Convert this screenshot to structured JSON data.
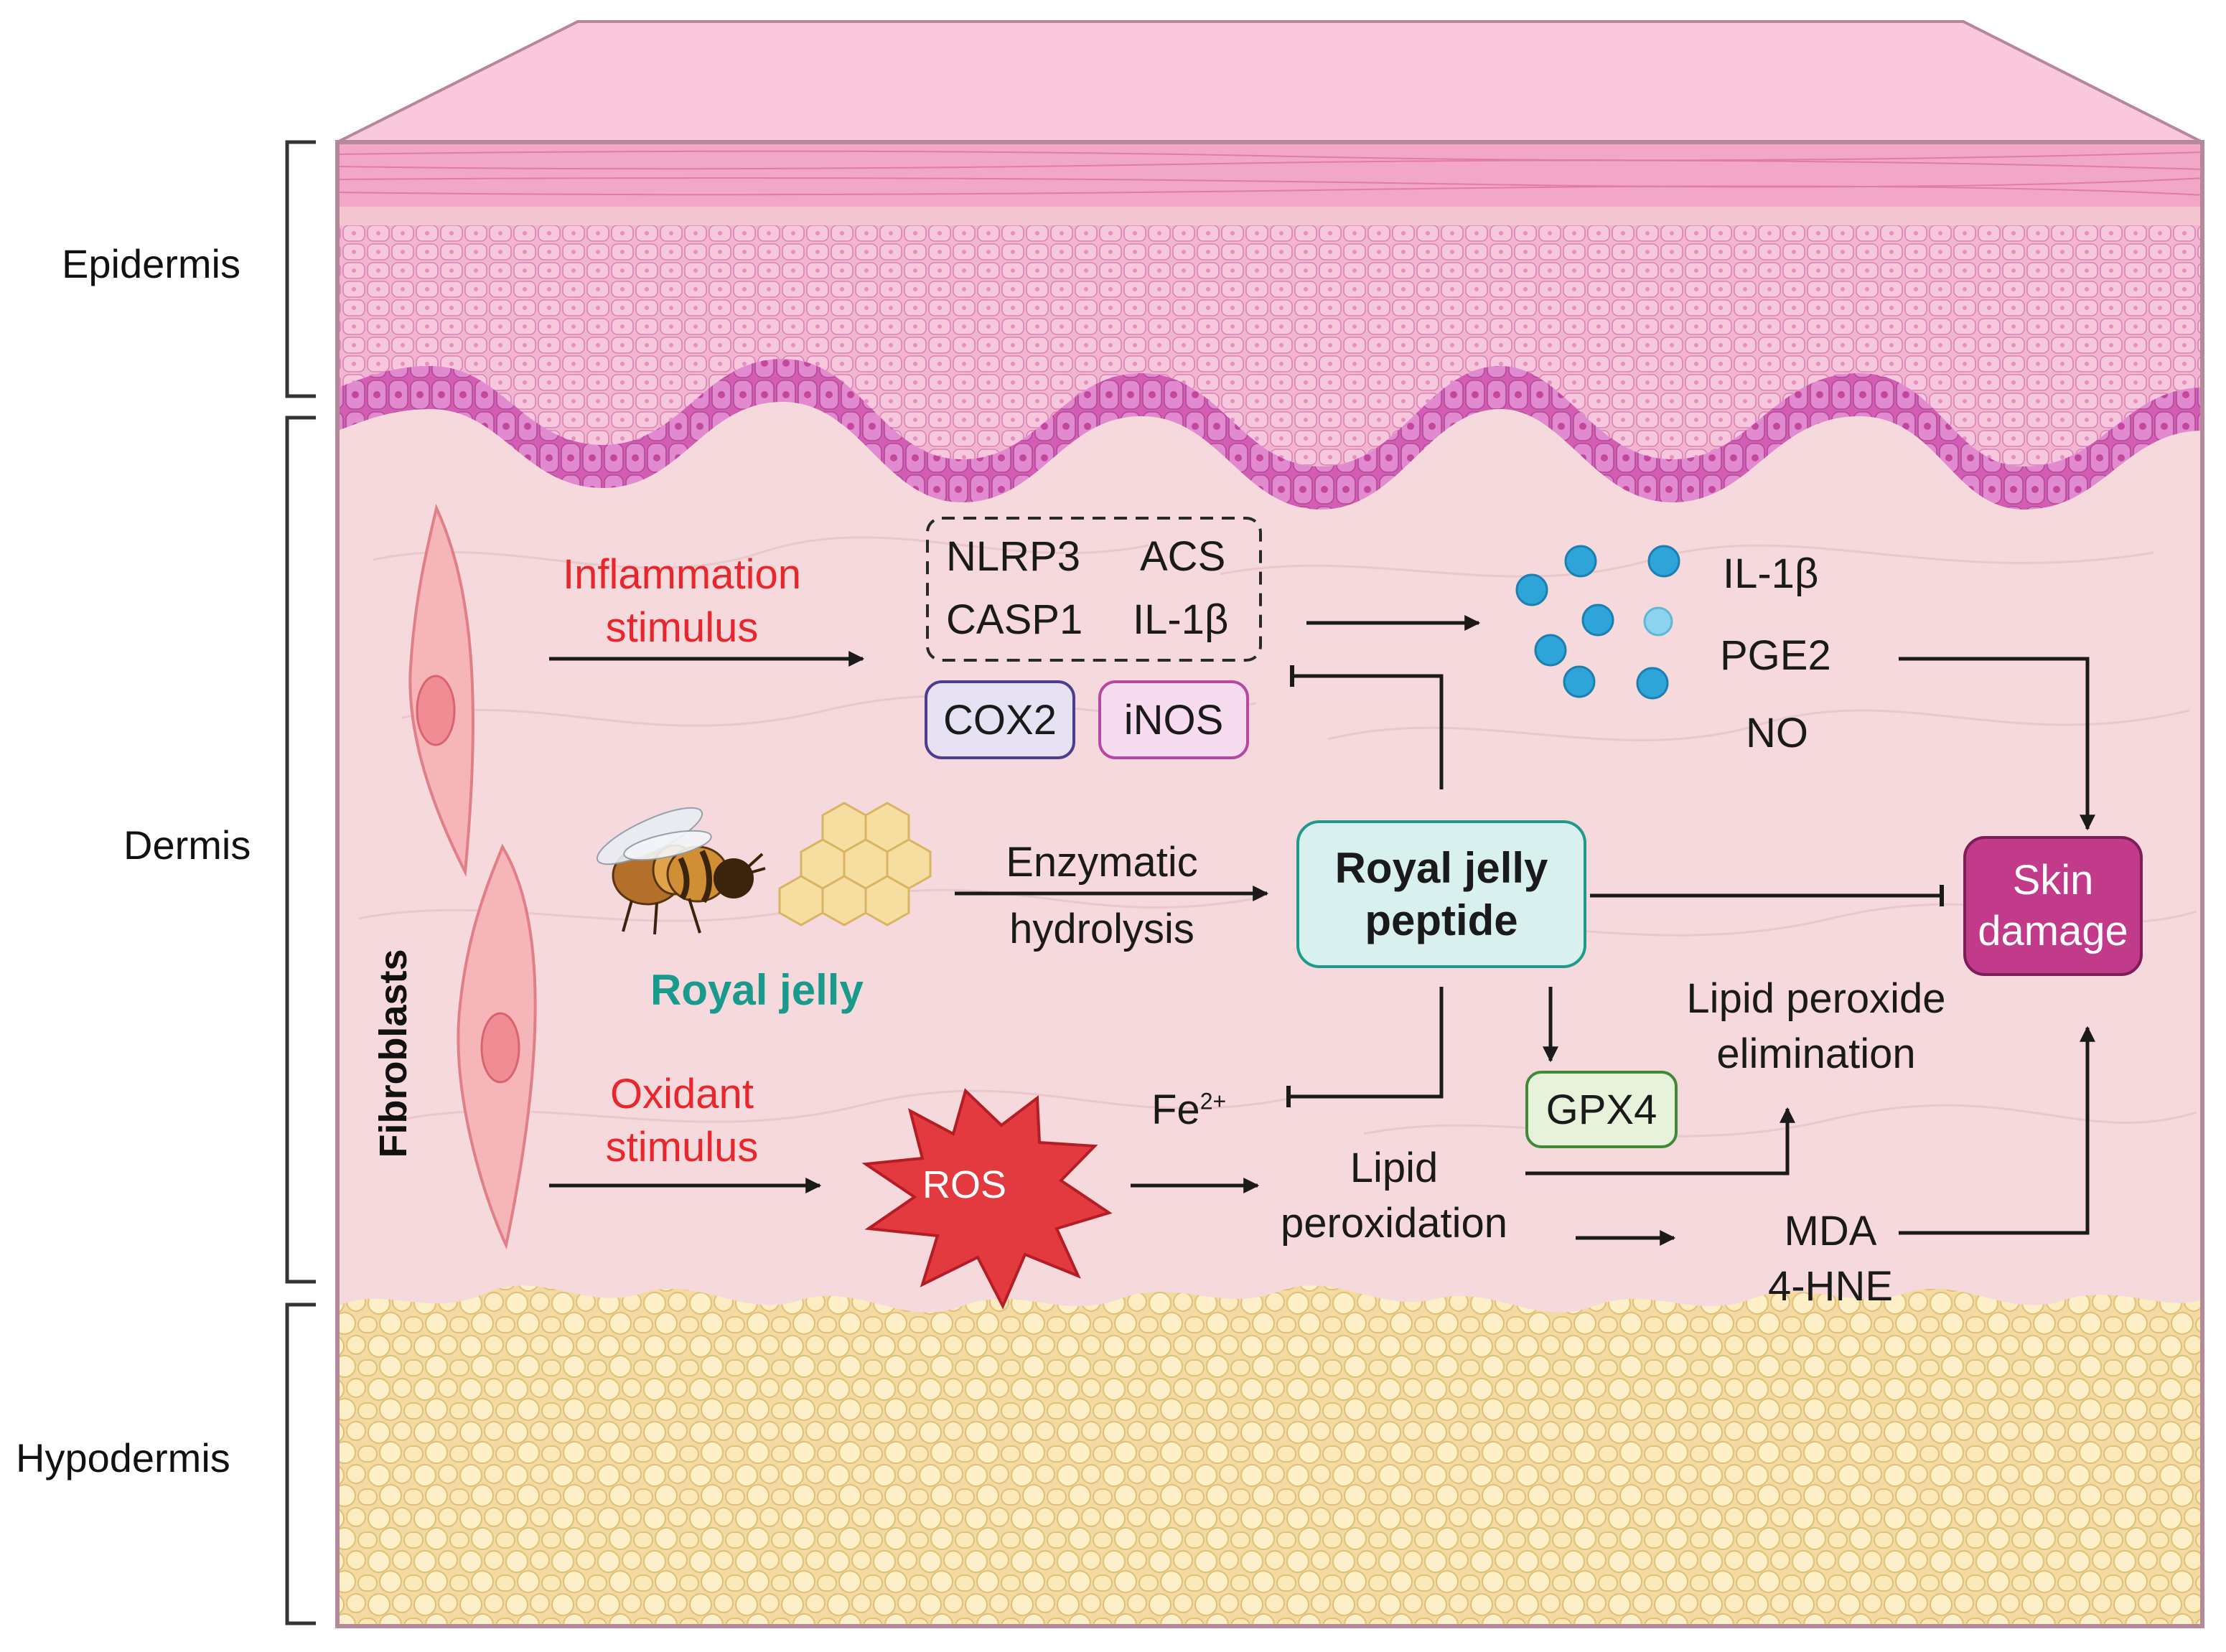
{
  "layers": {
    "epidermis": "Epidermis",
    "dermis": "Dermis",
    "hypodermis": "Hypodermis"
  },
  "fibroblasts_label": "Fibroblasts",
  "stimuli": {
    "inflammation": "Inflammation\nstimulus",
    "oxidant": "Oxidant\nstimulus"
  },
  "inflammasome": {
    "nlrp3": "NLRP3",
    "acs": "ACS",
    "casp1": "CASP1",
    "il1b": "IL-1β"
  },
  "enzymes": {
    "cox2": "COX2",
    "inos": "iNOS"
  },
  "mediators": {
    "il1b": "IL-1β",
    "pge2": "PGE2",
    "no": "NO"
  },
  "royal_jelly": "Royal jelly",
  "hydrolysis": "Enzymatic\nhydrolysis",
  "peptide": "Royal jelly\npeptide",
  "skin_damage": "Skin\ndamage",
  "ros": "ROS",
  "fe": {
    "base": "Fe",
    "sup": "2+"
  },
  "gpx4": "GPX4",
  "lipid_elimination": "Lipid peroxide\nelimination",
  "lipid_peroxidation": "Lipid\nperoxidation",
  "products": "MDA\n4-HNE",
  "colors": {
    "stimulus_red": "#e8262b",
    "royal_jelly_teal": "#1a9a8c",
    "skin_damage": "#c23a8a",
    "peptide_box": "#d8f1ee",
    "gpx4_box": "#e6f3da",
    "cox2_box": "#e6e1f3",
    "inos_box": "#f7dcf0"
  }
}
